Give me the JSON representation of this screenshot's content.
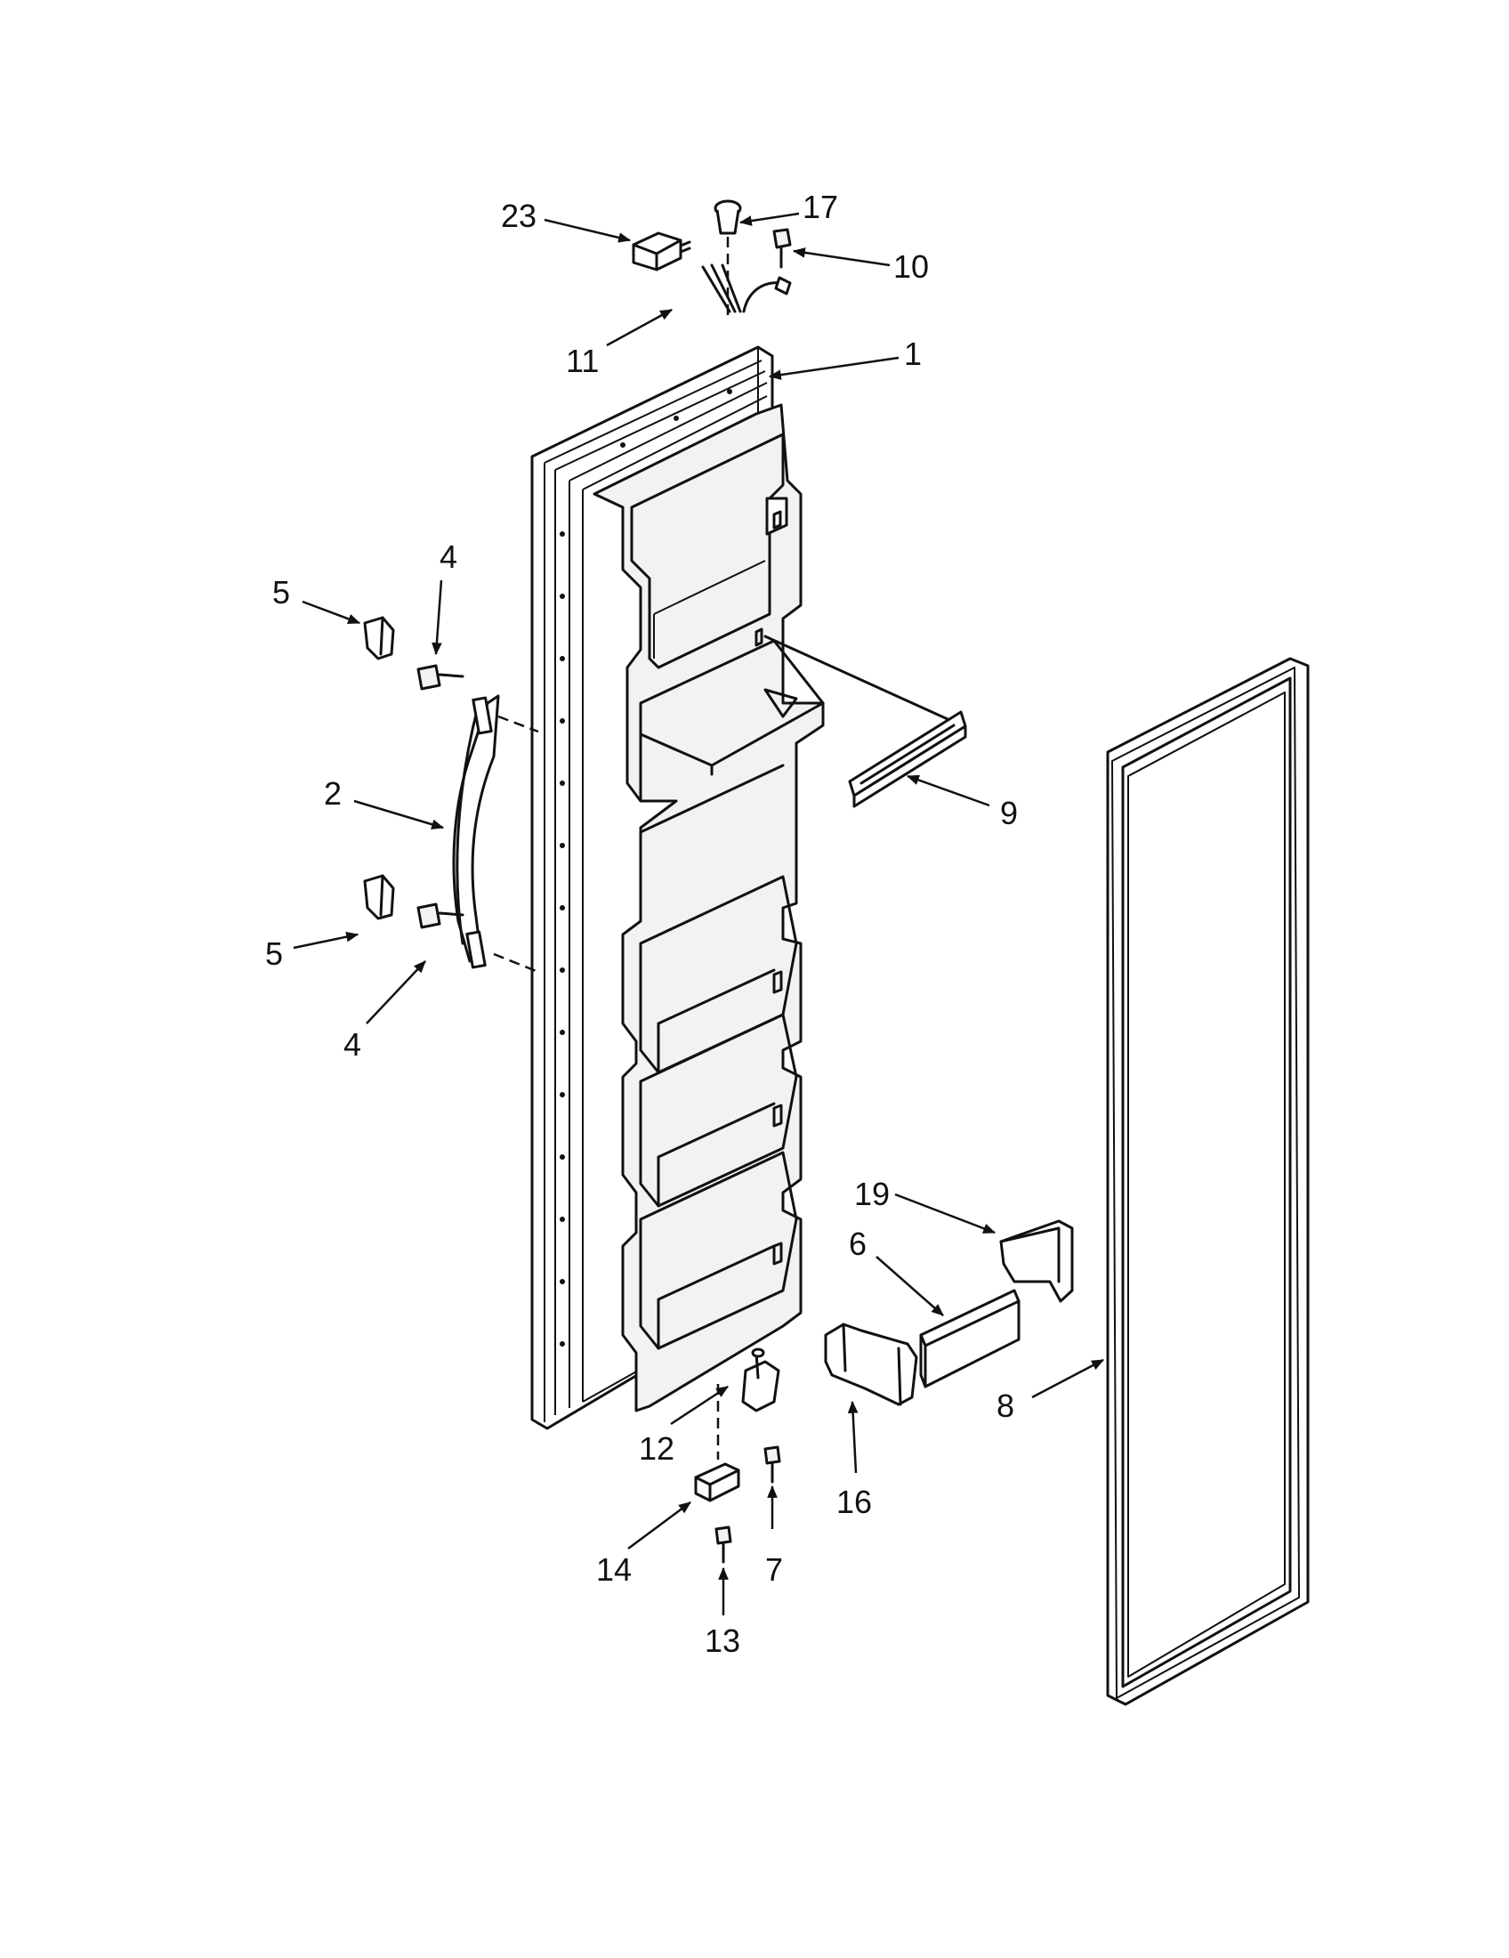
{
  "callouts": [
    "23",
    "17",
    "10",
    "11",
    "1",
    "4",
    "5",
    "2",
    "9",
    "5",
    "4",
    "19",
    "6",
    "8",
    "12",
    "16",
    "14",
    "7",
    "13"
  ],
  "colors": {
    "line": "#111111",
    "background": "#ffffff"
  }
}
